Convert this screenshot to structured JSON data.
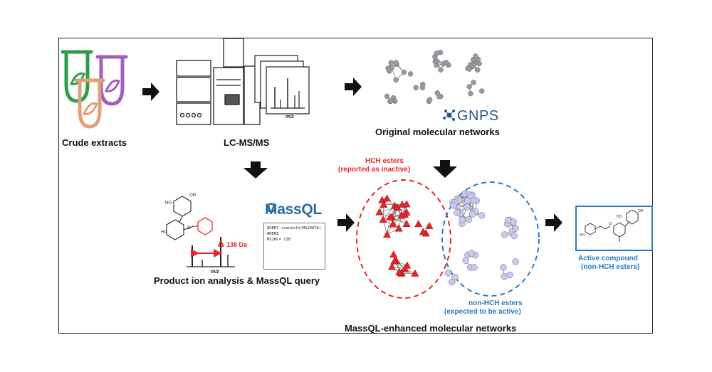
{
  "labels": {
    "crude_extracts": "Crude extracts",
    "lcmsms": "LC-MS/MS",
    "mz_small": "m/z",
    "original_networks": "Original molecular networks",
    "gnps": "GNPS",
    "hch_esters_line1": "HCH esters",
    "hch_esters_line2": "(reported as inactive)",
    "product_ion": "Product ion analysis & MassQL query",
    "delta": "138 Da",
    "mz_product": "m/z",
    "massql": "MassQL",
    "enhanced_networks": "MassQL-enhanced molecular networks",
    "non_hch_line1": "non-HCH esters",
    "non_hch_line2": "(expected to be active)",
    "active_line1": "Active compound",
    "active_line2": "(non-HCH esters)"
  },
  "query": {
    "line1": "QUERY scaninfo(MS2DATA)",
    "line2": "WHERE",
    "line3": "MS2NL= 138"
  },
  "colors": {
    "red": "#e8262a",
    "blue": "#2a7bbf",
    "green": "#2e9e4a",
    "orange": "#e0a17a",
    "purple": "#a45cc0",
    "node_gray": "#9a9a9a",
    "node_lav": "#c9c9ee"
  },
  "icons": [
    "flask-green-icon",
    "flask-purple-icon",
    "flask-orange-icon",
    "lcms-instrument-icon",
    "spectra-icon",
    "arrow-right-icon",
    "arrow-down-icon",
    "molecule-icon",
    "network-icon"
  ]
}
